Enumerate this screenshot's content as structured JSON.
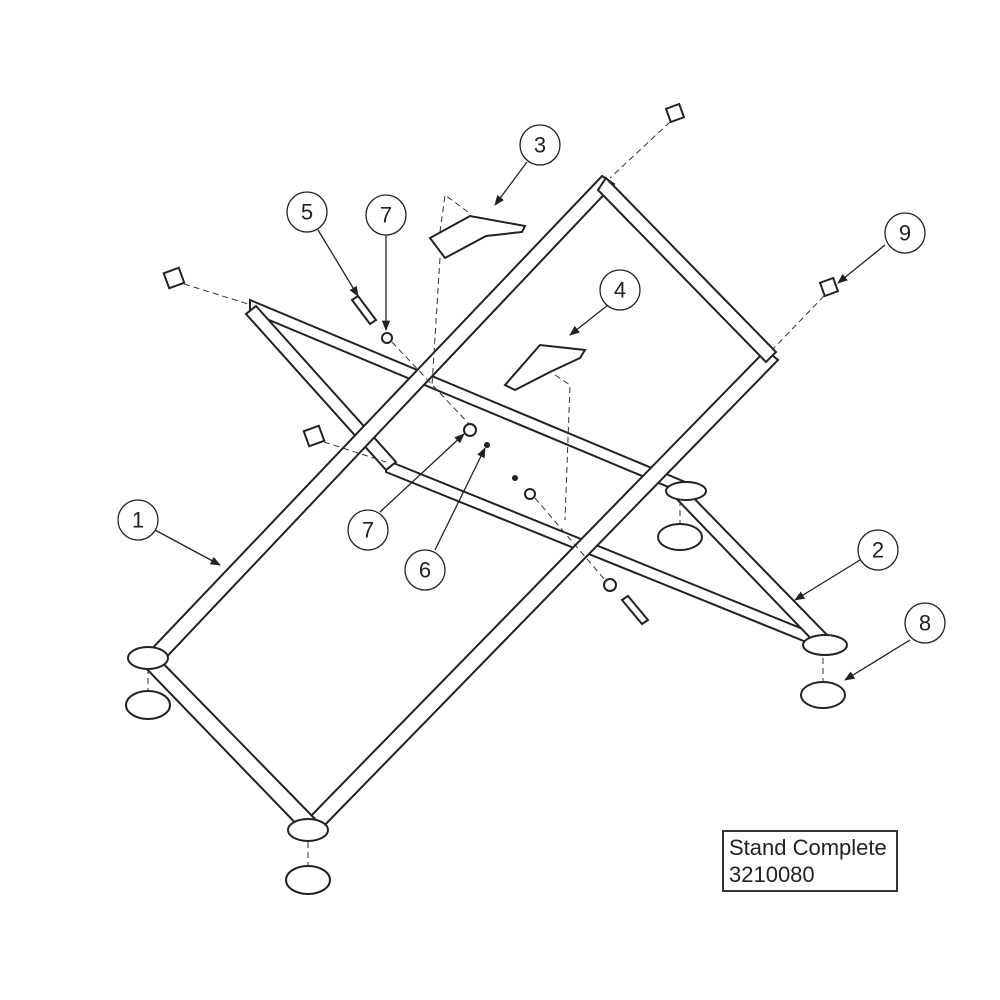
{
  "diagram": {
    "callouts": [
      "1",
      "2",
      "3",
      "4",
      "5",
      "6",
      "7",
      "7",
      "8",
      "9"
    ]
  },
  "title_box": {
    "name": "Stand Complete",
    "part_number": "3210080"
  }
}
